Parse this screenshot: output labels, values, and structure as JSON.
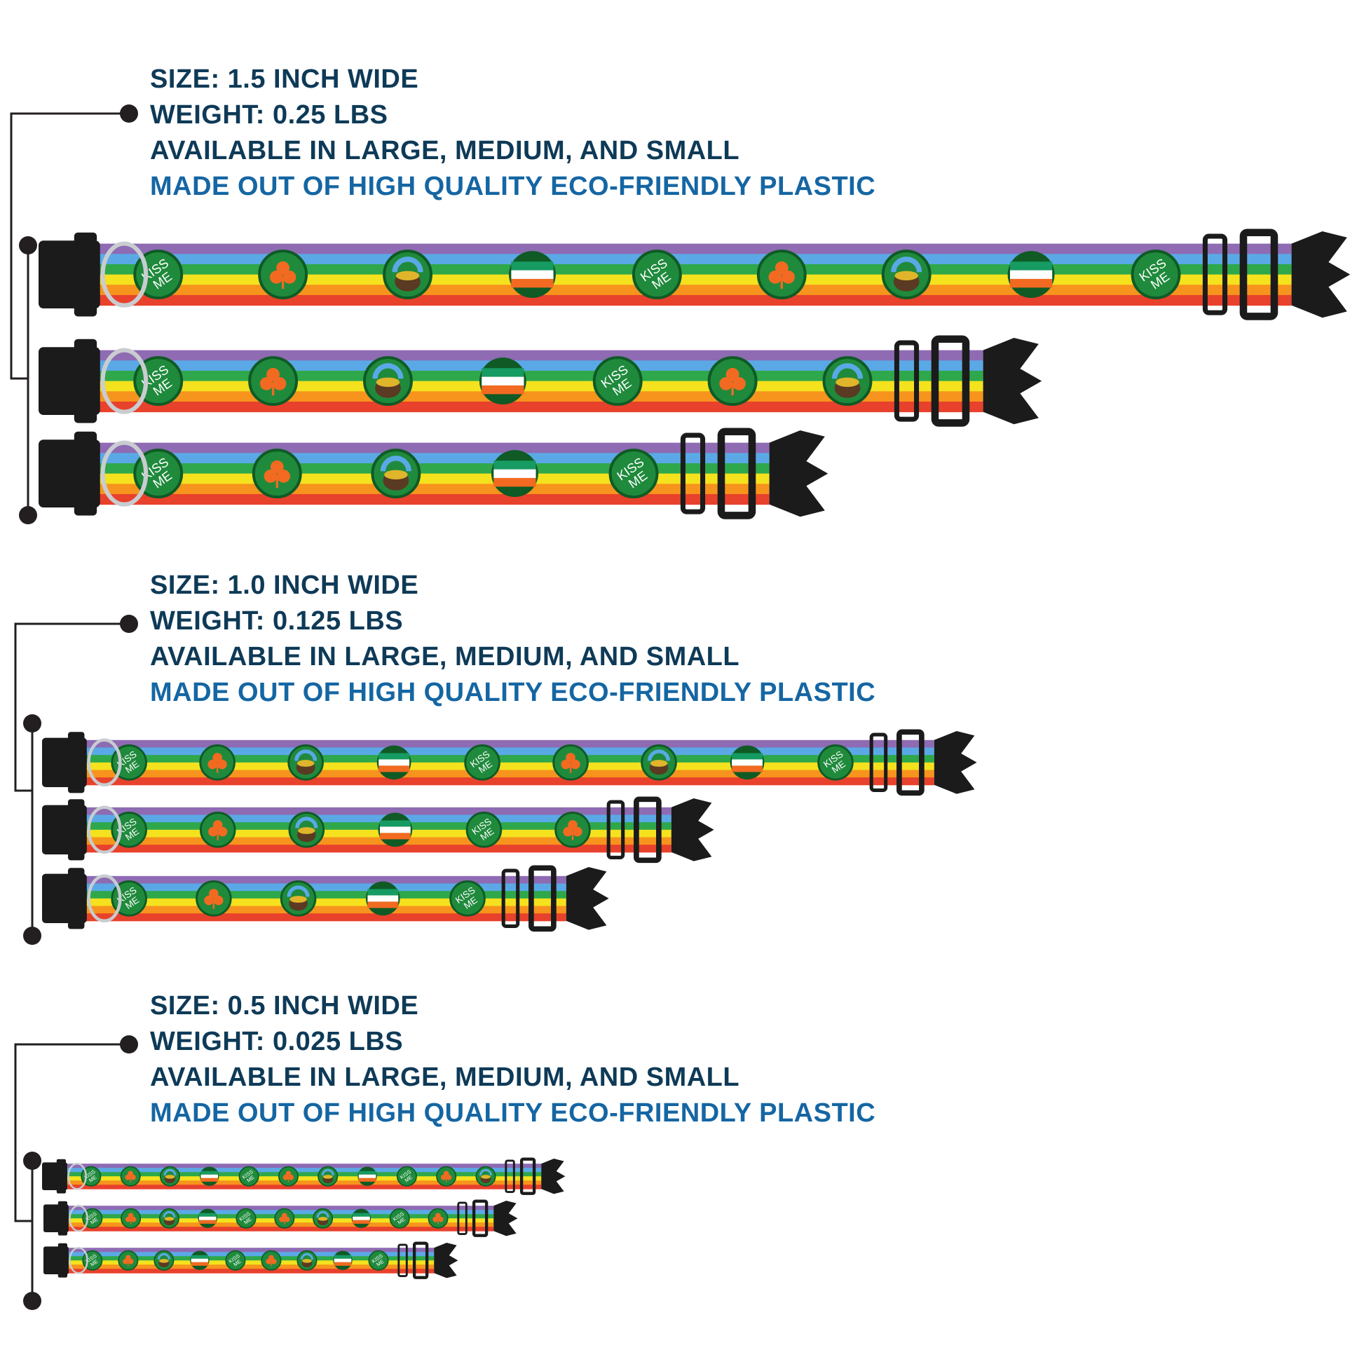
{
  "colors": {
    "heading_text": "#0e3a57",
    "highlight_text": "#1566a3",
    "connector": "#231f20",
    "buckle": "#1b1b1b",
    "ring": "#c9ccd0",
    "badge_green": "#1f8a3c",
    "badge_rim": "#0f5a25",
    "shamrock_orange": "#f26a21",
    "stripes": [
      "#8e6bb3",
      "#5aa9e6",
      "#2ea84a",
      "#f4e21e",
      "#f7941d",
      "#e8412c"
    ]
  },
  "icons": {
    "buckle": "side-release-buckle-icon",
    "ring": "d-ring-icon",
    "slider": "strap-slider-icon",
    "shamrock": "shamrock-icon",
    "pot": "pot-of-gold-icon",
    "flag": "irish-flag-icon",
    "kiss": "kiss-me-badge-icon"
  },
  "badge_text": "KISS ME",
  "groups": [
    {
      "size_label": "SIZE: 1.5 INCH WIDE",
      "weight_label": "WEIGHT: 0.25 LBS",
      "availability": "AVAILABLE IN LARGE, MEDIUM, AND SMALL",
      "material": "MADE OUT OF HIGH QUALITY ECO-FRIENDLY PLASTIC",
      "collars": [
        "LARGE",
        "MEDIUM",
        "SMALL"
      ]
    },
    {
      "size_label": "SIZE: 1.0 INCH WIDE",
      "weight_label": "WEIGHT: 0.125 LBS",
      "availability": "AVAILABLE IN LARGE, MEDIUM, AND SMALL",
      "material": "MADE OUT OF HIGH QUALITY ECO-FRIENDLY PLASTIC",
      "collars": [
        "LARGE",
        "MEDIUM",
        "SMALL"
      ]
    },
    {
      "size_label": "SIZE: 0.5 INCH WIDE",
      "weight_label": "WEIGHT: 0.025 LBS",
      "availability": "AVAILABLE IN LARGE, MEDIUM, AND SMALL",
      "material": "MADE OUT OF HIGH QUALITY ECO-FRIENDLY PLASTIC",
      "collars": [
        "LARGE",
        "MEDIUM",
        "SMALL"
      ]
    }
  ]
}
